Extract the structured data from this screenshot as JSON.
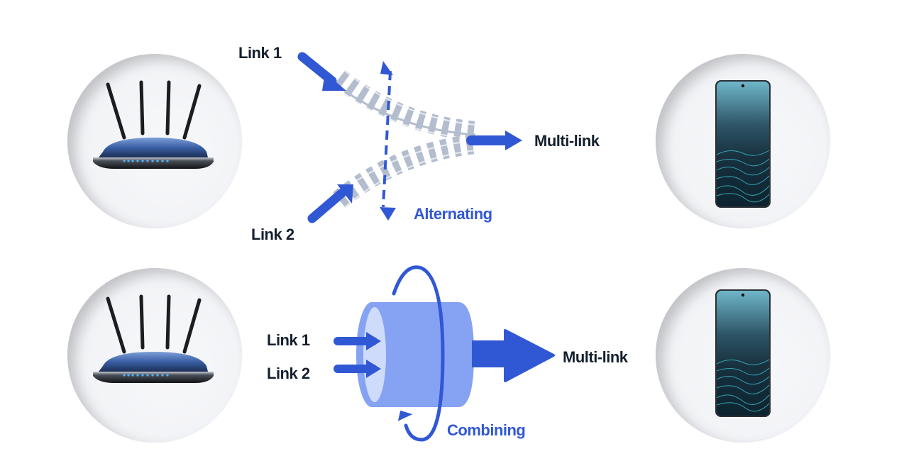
{
  "colors": {
    "accent": "#3158d4",
    "text": "#15202e",
    "track": "#b3bdcd",
    "cylinder": "#85a2f3",
    "cylinder_face": "#cfdbfb"
  },
  "rows": [
    {
      "mode": "alternating",
      "source_device": "router-icon",
      "target_device": "smartphone-icon",
      "inputs": [
        "Link 1",
        "Link 2"
      ],
      "output": "Multi-link",
      "mode_label": "Alternating"
    },
    {
      "mode": "combining",
      "source_device": "router-icon",
      "target_device": "smartphone-icon",
      "inputs": [
        "Link 1",
        "Link 2"
      ],
      "output": "Multi-link",
      "mode_label": "Combining"
    }
  ]
}
